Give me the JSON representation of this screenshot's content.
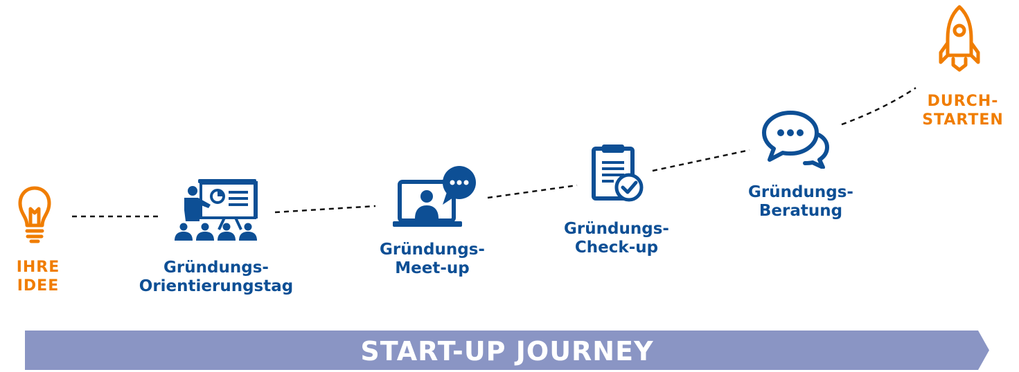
{
  "colors": {
    "orange": "#f07d00",
    "blue": "#0d4f95",
    "banner": "#8a95c4",
    "banner_text": "#ffffff"
  },
  "steps": [
    {
      "id": "idea",
      "icon": "lightbulb-icon",
      "line1": "IHRE",
      "line2": "IDEE"
    },
    {
      "id": "orientierungstag",
      "icon": "presentation-audience-icon",
      "line1": "Gründungs-",
      "line2": "Orientierungstag"
    },
    {
      "id": "meetup",
      "icon": "video-call-chat-icon",
      "line1": "Gründungs-",
      "line2": "Meet-up"
    },
    {
      "id": "checkup",
      "icon": "clipboard-check-icon",
      "line1": "Gründungs-",
      "line2": "Check-up"
    },
    {
      "id": "beratung",
      "icon": "speech-bubbles-icon",
      "line1": "Gründungs-",
      "line2": "Beratung"
    },
    {
      "id": "durchstarten",
      "icon": "rocket-icon",
      "line1": "DURCH-",
      "line2": "STARTEN"
    }
  ],
  "banner": {
    "label": "START-UP JOURNEY"
  }
}
